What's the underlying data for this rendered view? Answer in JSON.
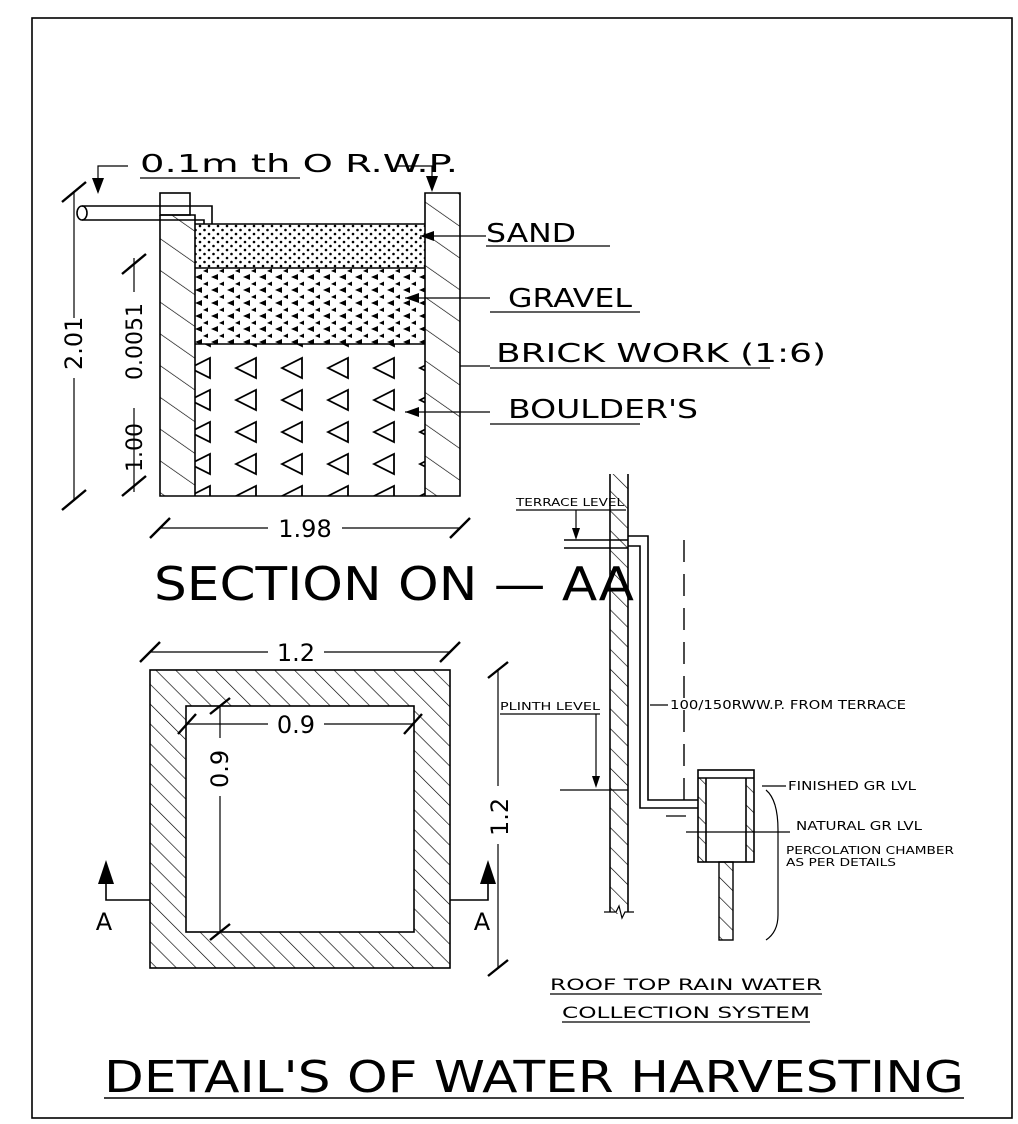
{
  "section": {
    "pipe_label": "0.1m th O R.W.P.",
    "sand_label": "SAND",
    "gravel_label": "GRAVEL",
    "brick_label": "BRICK WORK (1:6)",
    "boulder_label": "BOULDER'S",
    "dim_total_height": "2.01",
    "dim_lower_height": "1.00",
    "dim_upper_height": "0.0051",
    "dim_width": "1.98",
    "title": "SECTION ON — AA"
  },
  "plan": {
    "outer_dim": "1.2",
    "inner_dim_h": "0.9",
    "inner_dim_v": "0.9",
    "outer_dim_v": "1.2",
    "section_mark_left": "A",
    "section_mark_right": "A"
  },
  "roof_system": {
    "terrace_level": "TERRACE LEVEL",
    "plinth_level": "PLINTH LEVEL",
    "rwp_label": "100/150RWW.P. FROM TERRACE",
    "finished_gr": "FINISHED GR LVL",
    "natural_gr": "NATURAL GR LVL",
    "chamber_line1": "PERCOLATION CHAMBER",
    "chamber_line2": "AS PER DETAILS",
    "caption_line1": "ROOF TOP RAIN WATER",
    "caption_line2": "COLLECTION SYSTEM"
  },
  "main_title": "DETAIL'S OF WATER HARVESTING"
}
